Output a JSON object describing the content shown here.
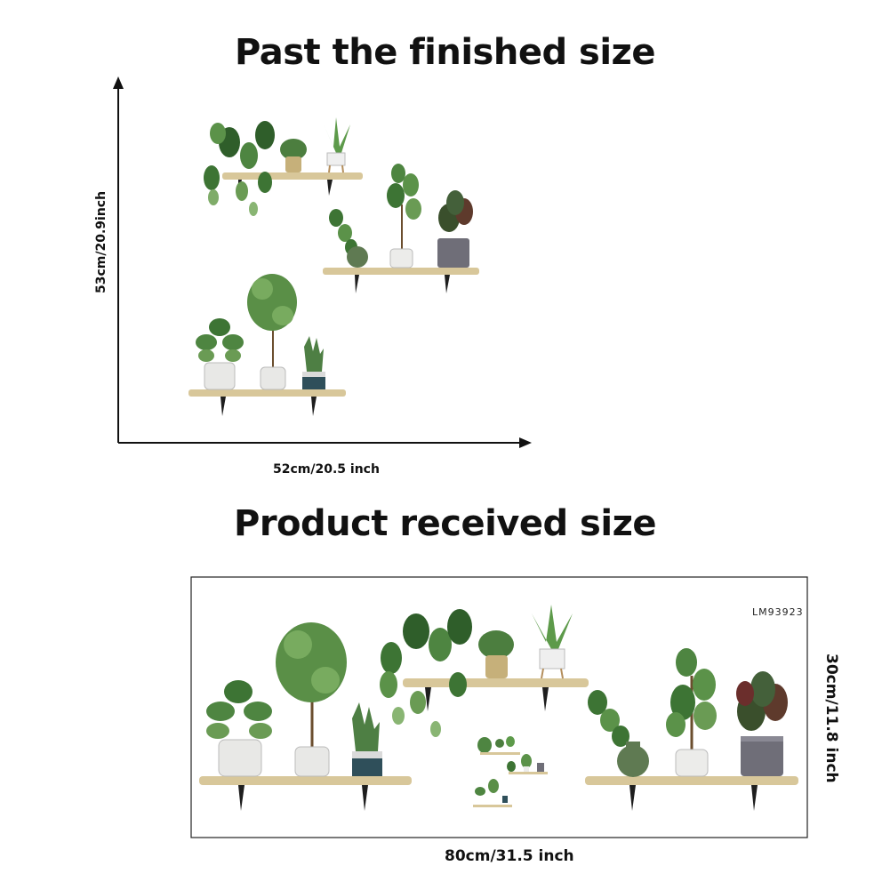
{
  "headings": {
    "finished": "Past the finished size",
    "received": "Product received size"
  },
  "dimensions": {
    "finished_width": "52cm/20.5 inch",
    "finished_height": "53cm/20.9inch",
    "received_width": "80cm/31.5 inch",
    "received_height": "30cm/11.8 inch"
  },
  "product_code": "LM93923",
  "colors": {
    "shelf": "#d8c79a",
    "bracket": "#1e1e1e",
    "leaf_dark": "#2f5e2a",
    "leaf_light": "#6a9b54",
    "pot_white": "#e8e8e6",
    "pot_grey": "#6f6e78",
    "pot_green": "#5f7a52"
  }
}
